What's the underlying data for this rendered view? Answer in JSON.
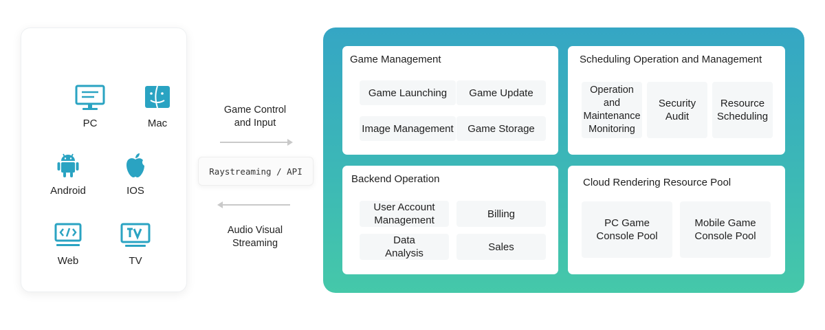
{
  "clients": [
    {
      "label": "PC",
      "icon": "monitor-icon"
    },
    {
      "label": "Mac",
      "icon": "mac-finder-icon"
    },
    {
      "label": "Android",
      "icon": "android-icon"
    },
    {
      "label": "IOS",
      "icon": "apple-icon"
    },
    {
      "label": "Web",
      "icon": "web-code-icon"
    },
    {
      "label": "TV",
      "icon": "tv-icon"
    }
  ],
  "flow": {
    "top_label": "Game Control\nand Input",
    "api_label": "Raystreaming / API",
    "bottom_label": "Audio Visual\nStreaming"
  },
  "platform": {
    "game_management": {
      "title": "Game Management",
      "items": [
        "Game Launching",
        "Game Update",
        "Image Management",
        "Game Storage"
      ]
    },
    "scheduling": {
      "title": "Scheduling Operation and Management",
      "items": [
        "Operation and\nMaintenance\nMonitoring",
        "Security\nAudit",
        "Resource\nScheduling"
      ]
    },
    "backend": {
      "title": "Backend Operation",
      "items": [
        "User Account\nManagement",
        "Billing",
        "Data\nAnalysis",
        "Sales"
      ]
    },
    "cloud_rendering": {
      "title": "Cloud Rendering Resource Pool",
      "items": [
        "PC Game\nConsole Pool",
        "Mobile Game\nConsole Pool"
      ]
    }
  },
  "colors": {
    "accent": "#2aa3c2",
    "gradient_top": "#35a6c4",
    "gradient_bottom": "#45c8a9",
    "arrow": "#c9c9c9"
  }
}
